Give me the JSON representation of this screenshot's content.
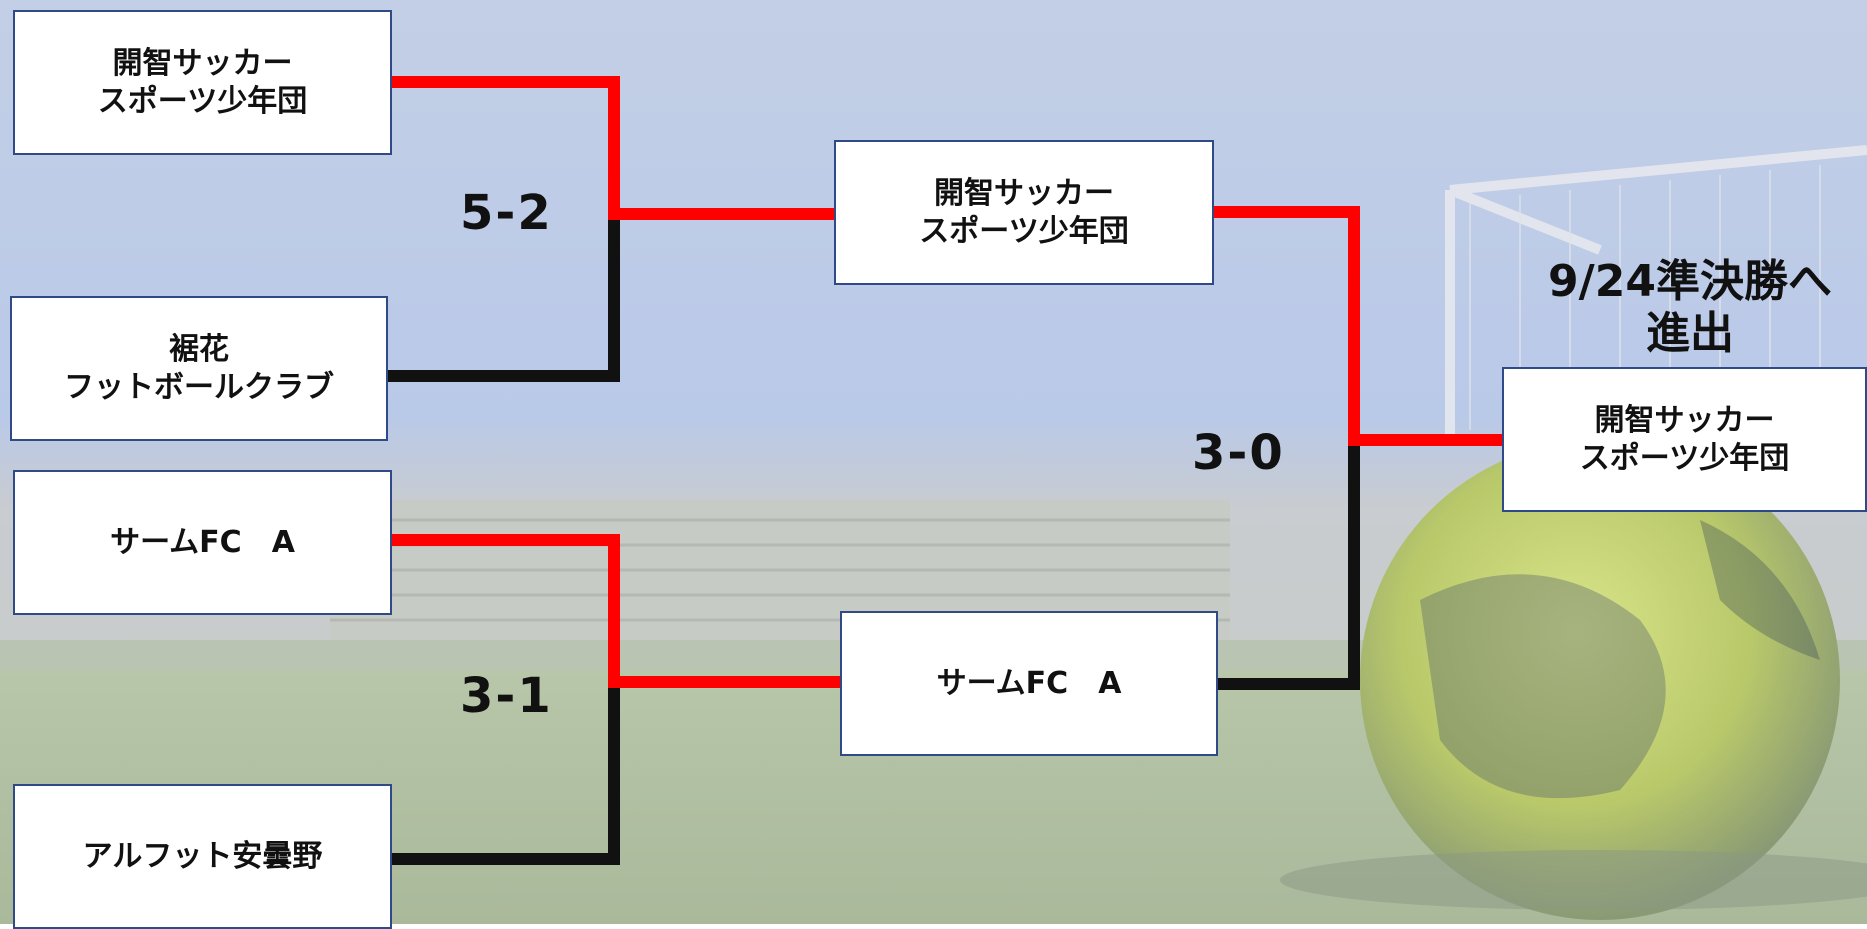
{
  "colors": {
    "winner_line": "#ff0000",
    "loser_line": "#111111",
    "box_border": "#2f4a86"
  },
  "bracket": {
    "round1": [
      {
        "team": "開智サッカー\nスポーツ少年団"
      },
      {
        "team": "裾花\nフットボールクラブ"
      },
      {
        "team": "サームFC　A"
      },
      {
        "team": "アルフット安曇野"
      }
    ],
    "round1_scores": [
      "5-2",
      "3-1"
    ],
    "round2": [
      {
        "team": "開智サッカー\nスポーツ少年団"
      },
      {
        "team": "サームFC　A"
      }
    ],
    "round2_score": "3-0",
    "winner": {
      "team": "開智サッカー\nスポーツ少年団"
    },
    "advance_note": "9/24準決勝へ\n進出"
  }
}
